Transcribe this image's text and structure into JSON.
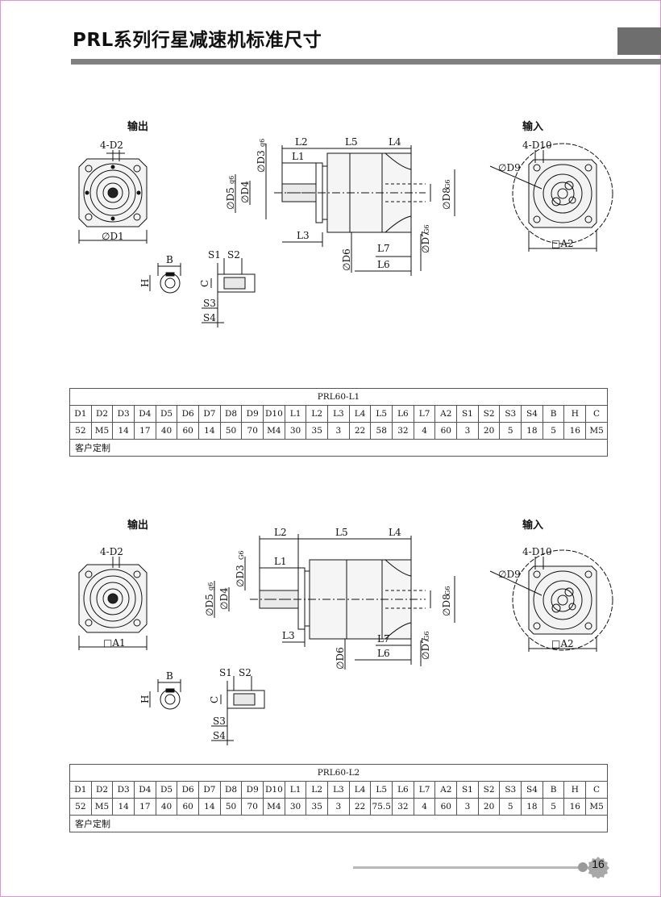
{
  "header": {
    "title": "PRL系列行星减速机标准尺寸"
  },
  "sections": [
    {
      "output_label": "输出",
      "input_label": "输入",
      "dims": {
        "bolt_out": "4-D2",
        "flange_out": "D1",
        "bolt_in": "4-D10",
        "circle_in": "D9",
        "square_in": "A2",
        "L1": "L1",
        "L2": "L2",
        "L3": "L3",
        "L4": "L4",
        "L5": "L5",
        "L6": "L6",
        "L7": "L7",
        "D3": "D3",
        "D3_tol": "g6",
        "D4": "D4",
        "D5": "D5",
        "D5_tol": "g6",
        "D6": "D6",
        "D7": "D7",
        "D7_tol": "G6",
        "D8": "D8",
        "D8_tol": "G6",
        "B": "B",
        "H": "H",
        "C": "C",
        "S1": "S1",
        "S2": "S2",
        "S3": "S3",
        "S4": "S4"
      },
      "table": {
        "model": "PRL60-L1",
        "headers": [
          "D1",
          "D2",
          "D3",
          "D4",
          "D5",
          "D6",
          "D7",
          "D8",
          "D9",
          "D10",
          "L1",
          "L2",
          "L3",
          "L4",
          "L5",
          "L6",
          "L7",
          "A2",
          "S1",
          "S2",
          "S3",
          "S4",
          "B",
          "H",
          "C"
        ],
        "values": [
          "52",
          "M5",
          "14",
          "17",
          "40",
          "60",
          "14",
          "50",
          "70",
          "M4",
          "30",
          "35",
          "3",
          "22",
          "58",
          "32",
          "4",
          "60",
          "3",
          "20",
          "5",
          "18",
          "5",
          "16",
          "M5"
        ],
        "note": "客户定制"
      }
    },
    {
      "output_label": "输出",
      "input_label": "输入",
      "dims": {
        "bolt_out": "4-D2",
        "flange_out": "A1",
        "bolt_in": "4-D10",
        "circle_in": "D9",
        "square_in": "A2",
        "L1": "L1",
        "L2": "L2",
        "L3": "L3",
        "L4": "L4",
        "L5": "L5",
        "L6": "L6",
        "L7": "L7",
        "D3": "D3",
        "D3_tol": "G6",
        "D4": "D4",
        "D5": "D5",
        "D5_tol": "g6",
        "D6": "D6",
        "D7": "D7",
        "D7_tol": "G6",
        "D8": "D8",
        "D8_tol": "G6",
        "B": "B",
        "H": "H",
        "C": "C",
        "S1": "S1",
        "S2": "S2",
        "S3": "S3",
        "S4": "S4"
      },
      "table": {
        "model": "PRL60-L2",
        "headers": [
          "D1",
          "D2",
          "D3",
          "D4",
          "D5",
          "D6",
          "D7",
          "D8",
          "D9",
          "D10",
          "L1",
          "L2",
          "L3",
          "L4",
          "L5",
          "L6",
          "L7",
          "A2",
          "S1",
          "S2",
          "S3",
          "S4",
          "B",
          "H",
          "C"
        ],
        "values": [
          "52",
          "M5",
          "14",
          "17",
          "40",
          "60",
          "14",
          "50",
          "70",
          "M4",
          "30",
          "35",
          "3",
          "22",
          "75.5",
          "32",
          "4",
          "60",
          "3",
          "20",
          "5",
          "18",
          "5",
          "16",
          "M5"
        ],
        "note": "客户定制"
      }
    }
  ],
  "footer": {
    "page": "16"
  }
}
